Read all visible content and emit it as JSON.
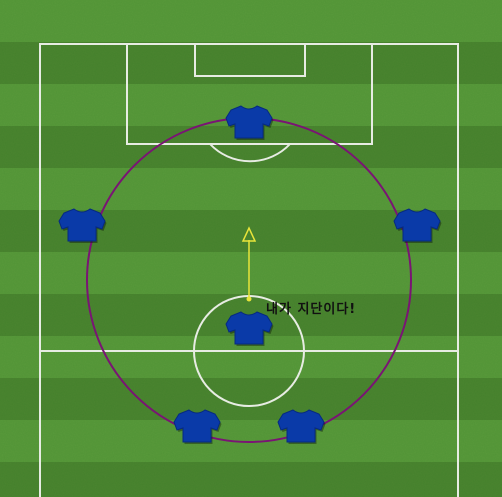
{
  "scene": {
    "caption": "내가 지단이다!",
    "team_color": "#0a3aa8",
    "team_color_dark": "#062a80",
    "pitch_light": "#5a9a3c",
    "pitch_dark": "#4c8531",
    "line_color": "#e7ece3",
    "circle_color": "#7a1474",
    "arrow_color": "#e8e43a"
  },
  "players": [
    {
      "role": "goal-area-player",
      "icon": "jersey-icon"
    },
    {
      "role": "left-wing-player",
      "icon": "jersey-icon"
    },
    {
      "role": "right-wing-player",
      "icon": "jersey-icon"
    },
    {
      "role": "center-player",
      "icon": "jersey-icon"
    },
    {
      "role": "bottom-left-player",
      "icon": "jersey-icon"
    },
    {
      "role": "bottom-right-player",
      "icon": "jersey-icon"
    }
  ]
}
